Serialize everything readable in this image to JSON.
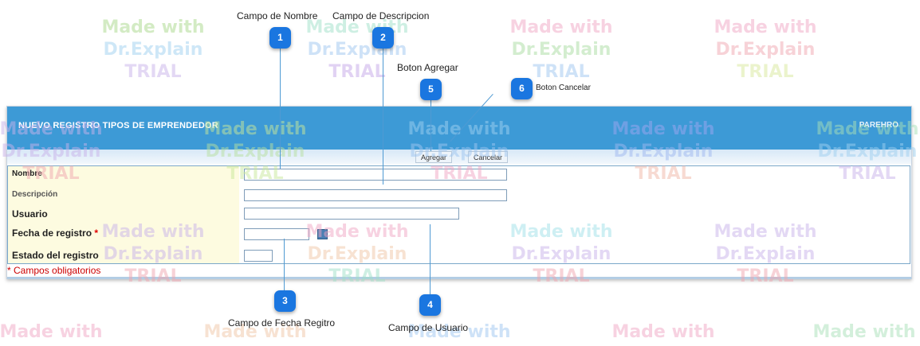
{
  "panel": {
    "title": "NUEVO REGISTRO TIPOS DE EMPRENDEDOR",
    "header_right": "PAREHRO",
    "add_button": "Agregar",
    "cancel_button": "Cancelar"
  },
  "form": {
    "nombre_label": "Nombre",
    "descripcion_label": "Descripción",
    "usuario_label": "Usuario",
    "fecha_label": "Fecha de registro",
    "estado_label": "Estado del registro",
    "required_mark": "*",
    "footnote": "* Campos obligatorios"
  },
  "callouts": [
    {
      "number": "1",
      "label": "Campo de Nombre"
    },
    {
      "number": "2",
      "label": "Campo de Descripcion"
    },
    {
      "number": "3",
      "label": "Campo de Fecha Regitro"
    },
    {
      "number": "4",
      "label": "Campo de Usuario"
    },
    {
      "number": "5",
      "label": "Boton Agregar"
    },
    {
      "number": "6",
      "label": "Boton Cancelar"
    }
  ],
  "watermark": {
    "line1": "Made with",
    "line2": "Dr.Explain",
    "line3": "TRIAL"
  },
  "colors": {
    "header": "#3d9ad6",
    "badge": "#1a76e0",
    "label_bg": "#fdfbe0",
    "required": "#e00000"
  }
}
